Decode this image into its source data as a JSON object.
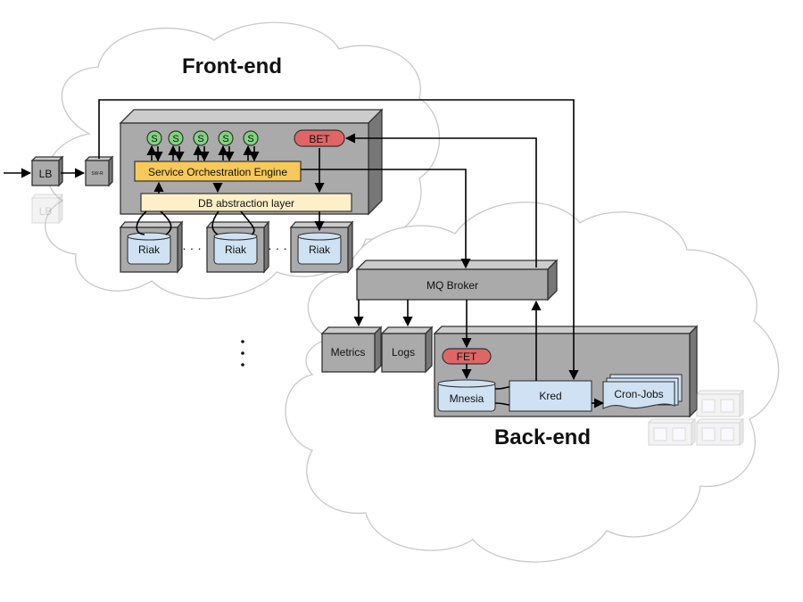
{
  "titles": {
    "front_end": "Front-end",
    "back_end": "Back-end"
  },
  "nodes": {
    "lb": "LB",
    "lb_ghost": "LB",
    "swr": "SW-R",
    "service_s": "S",
    "bet": "BET",
    "soe": "Service Orchestration Engine",
    "db_layer": "DB abstraction layer",
    "riak": "Riak",
    "dots_h": "· · ·",
    "mq": "MQ Broker",
    "metrics": "Metrics",
    "logs": "Logs",
    "fet": "FET",
    "mnesia": "Mnesia",
    "kred": "Kred",
    "cron": "Cron-Jobs"
  },
  "colors": {
    "box": "#aaaaaa",
    "box_side": "#777777",
    "soe": "#f7c95a",
    "db_layer": "#fdf0c8",
    "service_s": "#7ed67e",
    "token": "#e06666",
    "storage": "#cfe2f3",
    "cloud_edge": "#c8c8c8"
  }
}
